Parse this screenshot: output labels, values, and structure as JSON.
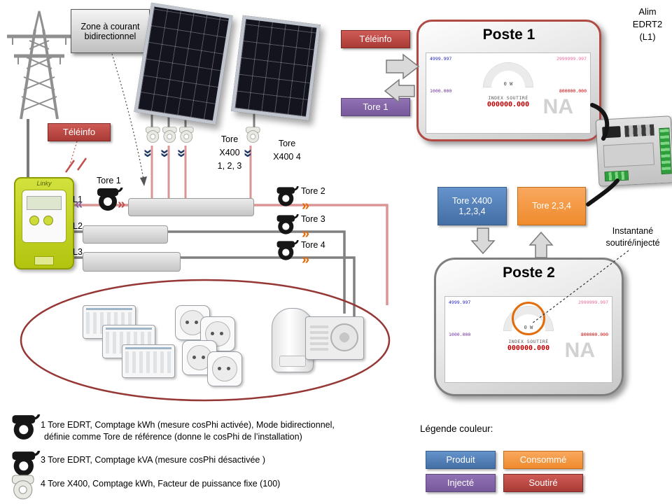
{
  "left": {
    "zone_label": "Zone à courant bidirectionnel",
    "teleinfo_label": "Téléinfo",
    "linky_label": "Linky",
    "phase_labels": [
      "L1",
      "L2",
      "L3"
    ],
    "tore1_label": "Tore 1",
    "tore_x400_123_lines": [
      "Tore",
      "X400",
      "1, 2, 3"
    ],
    "tore_x400_4_lines": [
      "Tore",
      "X400 4"
    ],
    "tore2_label": "Tore 2",
    "tore3_label": "Tore 3",
    "tore4_label": "Tore 4"
  },
  "right": {
    "alim_lines": [
      "Alim",
      "EDRT2",
      "(L1)"
    ],
    "teleinfo_label": "Téléinfo",
    "tore1_label": "Tore 1",
    "poste1_title": "Poste 1",
    "tore_x400_box_lines": [
      "Tore X400",
      "1,2,3,4"
    ],
    "tore234_label": "Tore 2,3,4",
    "instantane_lines": [
      "Instantané",
      "soutiré/injecté"
    ],
    "poste2_title": "Poste 2"
  },
  "meter": {
    "top_left": "4999.997",
    "top_right": "2999999.997",
    "mid_left": "1000.000",
    "mid_right": "800000.000",
    "gauge_value": "0 W",
    "index_label": "INDEX SOUTIRÉ",
    "index_value": "000000.000",
    "watermark": "NA"
  },
  "legend": {
    "items": [
      {
        "line1": "1 Tore EDRT, Comptage kWh (mesure cosPhi activée), Mode bidirectionnel,",
        "line2": "définie comme Tore de référence (donne le cosPhi de l’installation)"
      },
      {
        "line1": "3 Tore EDRT, Comptage kVA (mesure cosPhi désactivée )"
      },
      {
        "line1": "4 Tore X400, Comptage kWh, Facteur de puissance fixe (100)"
      }
    ],
    "color_title": "Légende couleur:",
    "colors": [
      {
        "label": "Produit",
        "hex": "#4f81bd"
      },
      {
        "label": "Consommé",
        "hex": "#f79646"
      },
      {
        "label": "Injecté",
        "hex": "#8064a2"
      },
      {
        "label": "Soutiré",
        "hex": "#b03f3f"
      }
    ]
  }
}
